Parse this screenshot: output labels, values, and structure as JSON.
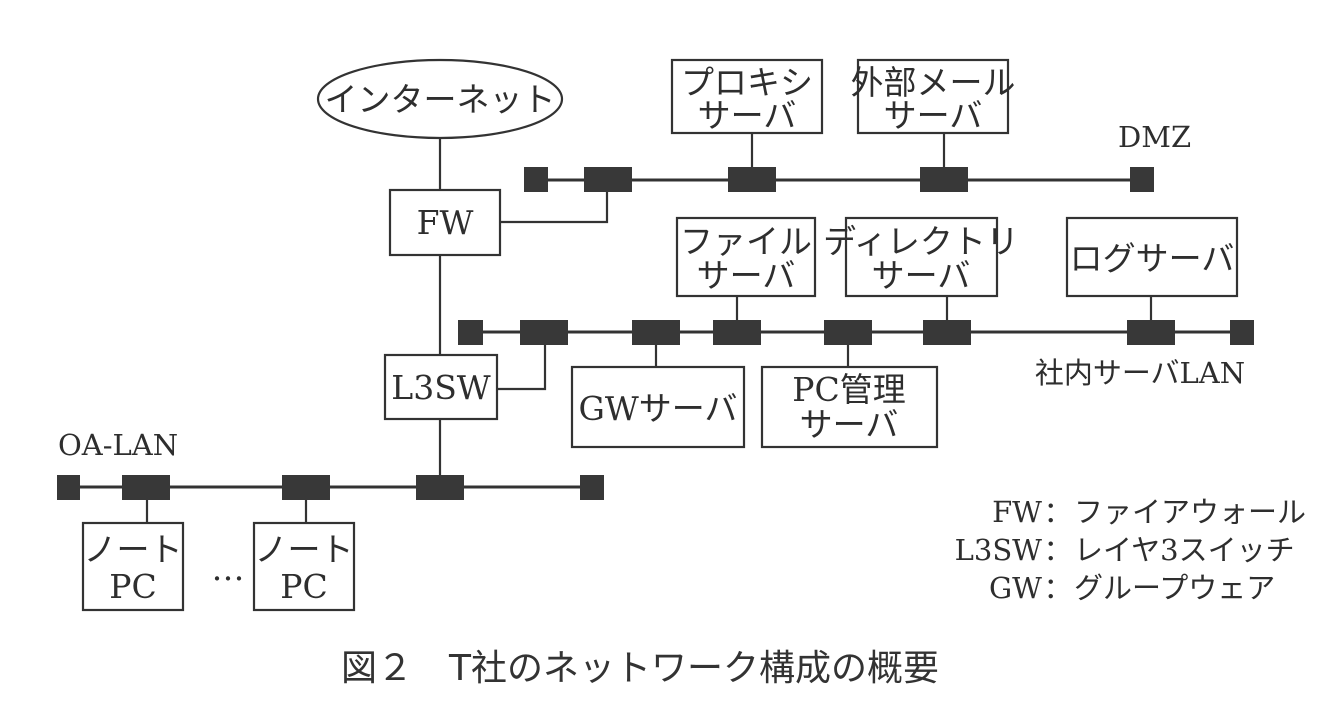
{
  "diagram": {
    "caption": "図２　T社のネットワーク構成の概要",
    "internet": "インターネット",
    "fw": "FW",
    "l3sw": "L3SW",
    "networks": {
      "dmz": "DMZ",
      "server_lan": "社内サーバLAN",
      "oa_lan": "OA-LAN"
    },
    "servers": {
      "proxy": [
        "プロキシ",
        "サーバ"
      ],
      "external_mail": [
        "外部メール",
        "サーバ"
      ],
      "file": [
        "ファイル",
        "サーバ"
      ],
      "directory": [
        "ディレクトリ",
        "サーバ"
      ],
      "log": [
        "ログサーバ"
      ],
      "gw": [
        "GWサーバ"
      ],
      "pc_mgmt": [
        "PC管理",
        "サーバ"
      ]
    },
    "clients": {
      "note_pc_1": [
        "ノート",
        "PC"
      ],
      "note_pc_2": [
        "ノート",
        "PC"
      ],
      "ellipsis": "…"
    },
    "legend": [
      {
        "abbr": "FW",
        "sep": "：",
        "meaning": "ファイアウォール"
      },
      {
        "abbr": "L3SW",
        "sep": "：",
        "meaning": "レイヤ3スイッチ"
      },
      {
        "abbr": "GW",
        "sep": "：",
        "meaning": "グループウェア"
      }
    ]
  }
}
